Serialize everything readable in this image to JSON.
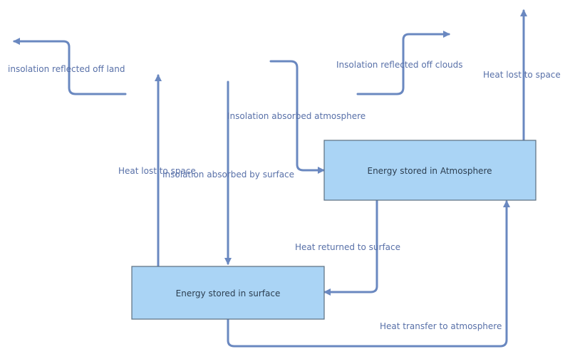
{
  "nodes": {
    "surface": {
      "label": "Energy stored in surface"
    },
    "atmosphere": {
      "label": "Energy stored in Atmosphere"
    }
  },
  "edges": {
    "reflected_land": {
      "label": "insolation reflected off land"
    },
    "heat_lost_surface": {
      "label": "Heat lost to space"
    },
    "absorbed_surface": {
      "label": "Insolation absorbed by surface"
    },
    "absorbed_atmosphere": {
      "label": "Insolation absorbed atmosphere"
    },
    "reflected_clouds": {
      "label": "Insolation reflected off clouds"
    },
    "heat_lost_atmosphere": {
      "label": "Heat lost to space"
    },
    "heat_returned": {
      "label": "Heat returned to surface"
    },
    "heat_transfer": {
      "label": "Heat transfer to atmosphere"
    }
  },
  "colors": {
    "box_fill": "#aad4f5",
    "edge": "#6a88c0",
    "label": "#5870a8"
  }
}
